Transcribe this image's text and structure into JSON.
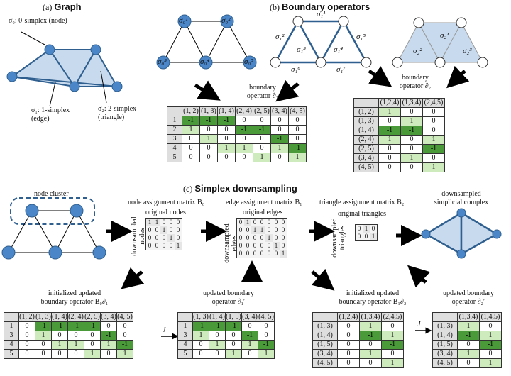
{
  "panel_a": {
    "title_prefix": "(a) ",
    "title": "Graph",
    "legend_node": "σ₀: 0-simplex (node)",
    "legend_edge": "σ₁: 1-simplex\n(edge)",
    "legend_tri": "σ₂: 2-simplex\n(triangle)"
  },
  "panel_b": {
    "title_prefix": "(b) ",
    "title": "Boundary operators",
    "op1_label": "boundary\noperator ∂₁",
    "op2_label": "boundary\noperator ∂₂",
    "node_labels": [
      "σ₀¹",
      "σ₀²",
      "σ₀³",
      "σ₀⁴",
      "σ₀⁵"
    ],
    "edge_labels": [
      "σ₁¹",
      "σ₁²",
      "σ₁³",
      "σ₁⁴",
      "σ₁⁵",
      "σ₁⁶",
      "σ₁⁷"
    ],
    "tri_labels": [
      "σ₂¹",
      "σ₂²",
      "σ₂³"
    ]
  },
  "panel_c": {
    "title_prefix": "(c) ",
    "title": "Simplex downsampling",
    "node_cluster": "node cluster",
    "node_assign_title": "node assignment matrix B₀",
    "edge_assign_title": "edge assignment matrix B₁",
    "tri_assign_title": "triangle assignment matrix B₂",
    "original_nodes": "original nodes",
    "original_edges": "original edges",
    "original_triangles": "original triangles",
    "down_nodes": "downsampled\nnodes",
    "down_edges": "downsampled\nedges",
    "down_triangles": "downsampled\ntriangles",
    "downsampled_complex": "downsampled\nsimplicial complex",
    "init_op1_label": "initialized updated\nboundary operator B₀∂₁",
    "upd_op1_label": "updated boundary\noperator ∂₁′",
    "init_op2_label": "initialized updated\nboundary operator B₁∂₂",
    "upd_op2_label": "updated boundary\noperator ∂₂′",
    "J_label": "J",
    "B0": [
      [
        1,
        1,
        0,
        0,
        0
      ],
      [
        0,
        0,
        1,
        0,
        0
      ],
      [
        0,
        0,
        0,
        1,
        0
      ],
      [
        0,
        0,
        0,
        0,
        1
      ]
    ],
    "B1": [
      [
        0,
        1,
        0,
        0,
        0,
        0,
        0
      ],
      [
        0,
        0,
        1,
        1,
        0,
        0,
        0
      ],
      [
        0,
        0,
        0,
        0,
        1,
        0,
        0
      ],
      [
        0,
        0,
        0,
        0,
        0,
        1,
        0
      ],
      [
        0,
        0,
        0,
        0,
        0,
        0,
        1
      ]
    ],
    "B2": [
      [
        0,
        1,
        0
      ],
      [
        0,
        0,
        1
      ]
    ]
  },
  "tables": {
    "d1": {
      "cols": [
        "(1, 2)",
        "(1, 3)",
        "(1, 4)",
        "(2, 4)",
        "(2, 5)",
        "(3, 4)",
        "(4, 5)"
      ],
      "rows": [
        {
          "h": "1",
          "v": [
            "-1",
            "-1",
            "-1",
            "0",
            "0",
            "0",
            "0"
          ]
        },
        {
          "h": "2",
          "v": [
            "1",
            "0",
            "0",
            "-1",
            "-1",
            "0",
            "0"
          ]
        },
        {
          "h": "3",
          "v": [
            "0",
            "1",
            "0",
            "0",
            "0",
            "-1",
            "0"
          ]
        },
        {
          "h": "4",
          "v": [
            "0",
            "0",
            "1",
            "1",
            "0",
            "1",
            "-1"
          ]
        },
        {
          "h": "5",
          "v": [
            "0",
            "0",
            "0",
            "0",
            "1",
            "0",
            "1"
          ]
        }
      ]
    },
    "d2": {
      "cols": [
        "(1,2,4)",
        "(1,3,4)",
        "(2,4,5)"
      ],
      "rows": [
        {
          "h": "(1, 2)",
          "v": [
            "1",
            "0",
            "0"
          ]
        },
        {
          "h": "(1, 3)",
          "v": [
            "0",
            "1",
            "0"
          ]
        },
        {
          "h": "(1, 4)",
          "v": [
            "-1",
            "-1",
            "0"
          ]
        },
        {
          "h": "(2, 4)",
          "v": [
            "1",
            "0",
            "1"
          ]
        },
        {
          "h": "(2, 5)",
          "v": [
            "0",
            "0",
            "-1"
          ]
        },
        {
          "h": "(3, 4)",
          "v": [
            "0",
            "1",
            "0"
          ]
        },
        {
          "h": "(4, 5)",
          "v": [
            "0",
            "0",
            "1"
          ]
        }
      ]
    },
    "b0d1": {
      "cols": [
        "(1, 2)",
        "(1, 3)",
        "(1, 4)",
        "(2, 4)",
        "(2, 5)",
        "(3, 4)",
        "(4, 5)"
      ],
      "rows": [
        {
          "h": "1",
          "v": [
            "0",
            "-1",
            "-1",
            "-1",
            "-1",
            "0",
            "0"
          ]
        },
        {
          "h": "3",
          "v": [
            "0",
            "1",
            "0",
            "0",
            "0",
            "-1",
            "0"
          ]
        },
        {
          "h": "4",
          "v": [
            "0",
            "0",
            "1",
            "1",
            "0",
            "1",
            "-1"
          ]
        },
        {
          "h": "5",
          "v": [
            "0",
            "0",
            "0",
            "0",
            "1",
            "0",
            "1"
          ]
        }
      ]
    },
    "d1p": {
      "cols": [
        "(1, 3)",
        "(1, 4)",
        "(1, 5)",
        "(3, 4)",
        "(4, 5)"
      ],
      "rows": [
        {
          "h": "1",
          "v": [
            "-1",
            "-1",
            "-1",
            "0",
            "0"
          ]
        },
        {
          "h": "3",
          "v": [
            "1",
            "0",
            "0",
            "-1",
            "0"
          ]
        },
        {
          "h": "4",
          "v": [
            "0",
            "1",
            "0",
            "1",
            "-1"
          ]
        },
        {
          "h": "5",
          "v": [
            "0",
            "0",
            "1",
            "0",
            "1"
          ]
        }
      ]
    },
    "b1d2": {
      "cols": [
        "(1,2,4)",
        "(1,3,4)",
        "(2,4,5)"
      ],
      "rows": [
        {
          "h": "(1, 3)",
          "v": [
            "0",
            "1",
            "0"
          ]
        },
        {
          "h": "(1, 4)",
          "v": [
            "0",
            "-1",
            "1"
          ]
        },
        {
          "h": "(1, 5)",
          "v": [
            "0",
            "0",
            "-1"
          ]
        },
        {
          "h": "(3, 4)",
          "v": [
            "0",
            "1",
            "0"
          ]
        },
        {
          "h": "(4, 5)",
          "v": [
            "0",
            "0",
            "1"
          ]
        }
      ]
    },
    "d2p": {
      "cols": [
        "(1,3,4)",
        "(1,4,5)"
      ],
      "rows": [
        {
          "h": "(1, 3)",
          "v": [
            "1",
            "0"
          ]
        },
        {
          "h": "(1, 4)",
          "v": [
            "-1",
            "1"
          ]
        },
        {
          "h": "(1, 5)",
          "v": [
            "0",
            "-1"
          ]
        },
        {
          "h": "(3, 4)",
          "v": [
            "1",
            "0"
          ]
        },
        {
          "h": "(4, 5)",
          "v": [
            "0",
            "1"
          ]
        }
      ]
    }
  },
  "colors": {
    "node_fill": "#4a86c8",
    "edge": "#2f5f8f",
    "tri_fill": "#c8daee",
    "dark_green": "#4a9a3a",
    "light_green": "#cdebbd",
    "header_gray": "#dedede"
  }
}
